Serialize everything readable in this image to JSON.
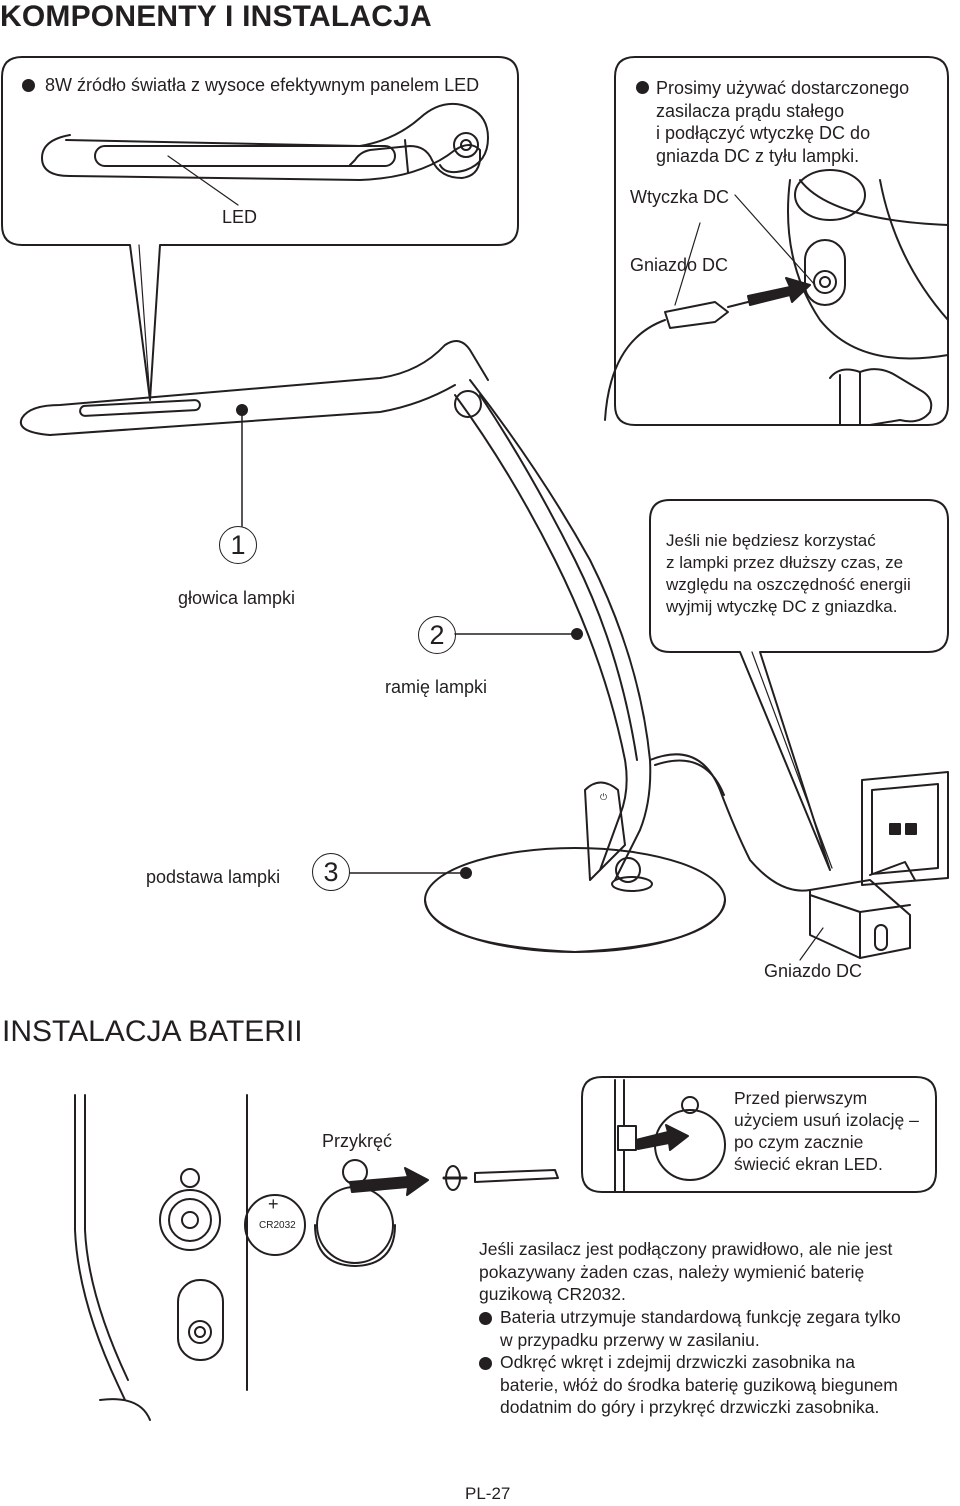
{
  "page_title": "KOMPONENTY I INSTALACJA",
  "callouts": {
    "led_source": "8W źródło światła z wysoce efektywnym panelem LED",
    "led_label": "LED",
    "dc_note": [
      "Prosimy używać dostarczonego",
      "zasilacza prądu stałego",
      "i podłączyć wtyczkę DC do",
      "gniazda DC z tyłu lampki."
    ],
    "plug_label": "Wtyczka DC",
    "socket_label": "Gniazdo DC",
    "unplug_note": [
      "Jeśli nie będziesz korzystać",
      "z lampki przez dłuższy czas, ze",
      "względu na oszczędność energii",
      "wyjmij wtyczkę DC z gniazdka."
    ]
  },
  "components": [
    {
      "number": "1",
      "label": "głowica lampki"
    },
    {
      "number": "2",
      "label": "ramię lampki"
    },
    {
      "number": "3",
      "label": "podstawa lampki"
    }
  ],
  "adapter_label": "Gniazdo DC",
  "battery_section": {
    "title": "INSTALACJA BATERII",
    "screw_label": "Przykręć",
    "battery_plus": "+",
    "battery_model": "CR2032",
    "remove_insulation": [
      "Przed pierwszym",
      "użyciem usuń izolację –",
      "po czym zacznie",
      "świecić ekran LED."
    ],
    "replace_note": [
      "Jeśli zasilacz jest podłączony prawidłowo, ale nie jest",
      "pokazywany żaden czas, należy wymienić baterię",
      "guzikową CR2032."
    ],
    "bullet_1": [
      "Bateria utrzymuje standardową funkcję zegara tylko",
      "w przypadku przerwy w zasilaniu."
    ],
    "bullet_2": [
      "Odkręć wkręt i zdejmij drzwiczki zasobnika na",
      "baterie, włóż do środka baterię guzikową biegunem",
      "dodatnim do góry i przykręć drzwiczki zasobnika."
    ]
  },
  "page_number": "PL-27"
}
